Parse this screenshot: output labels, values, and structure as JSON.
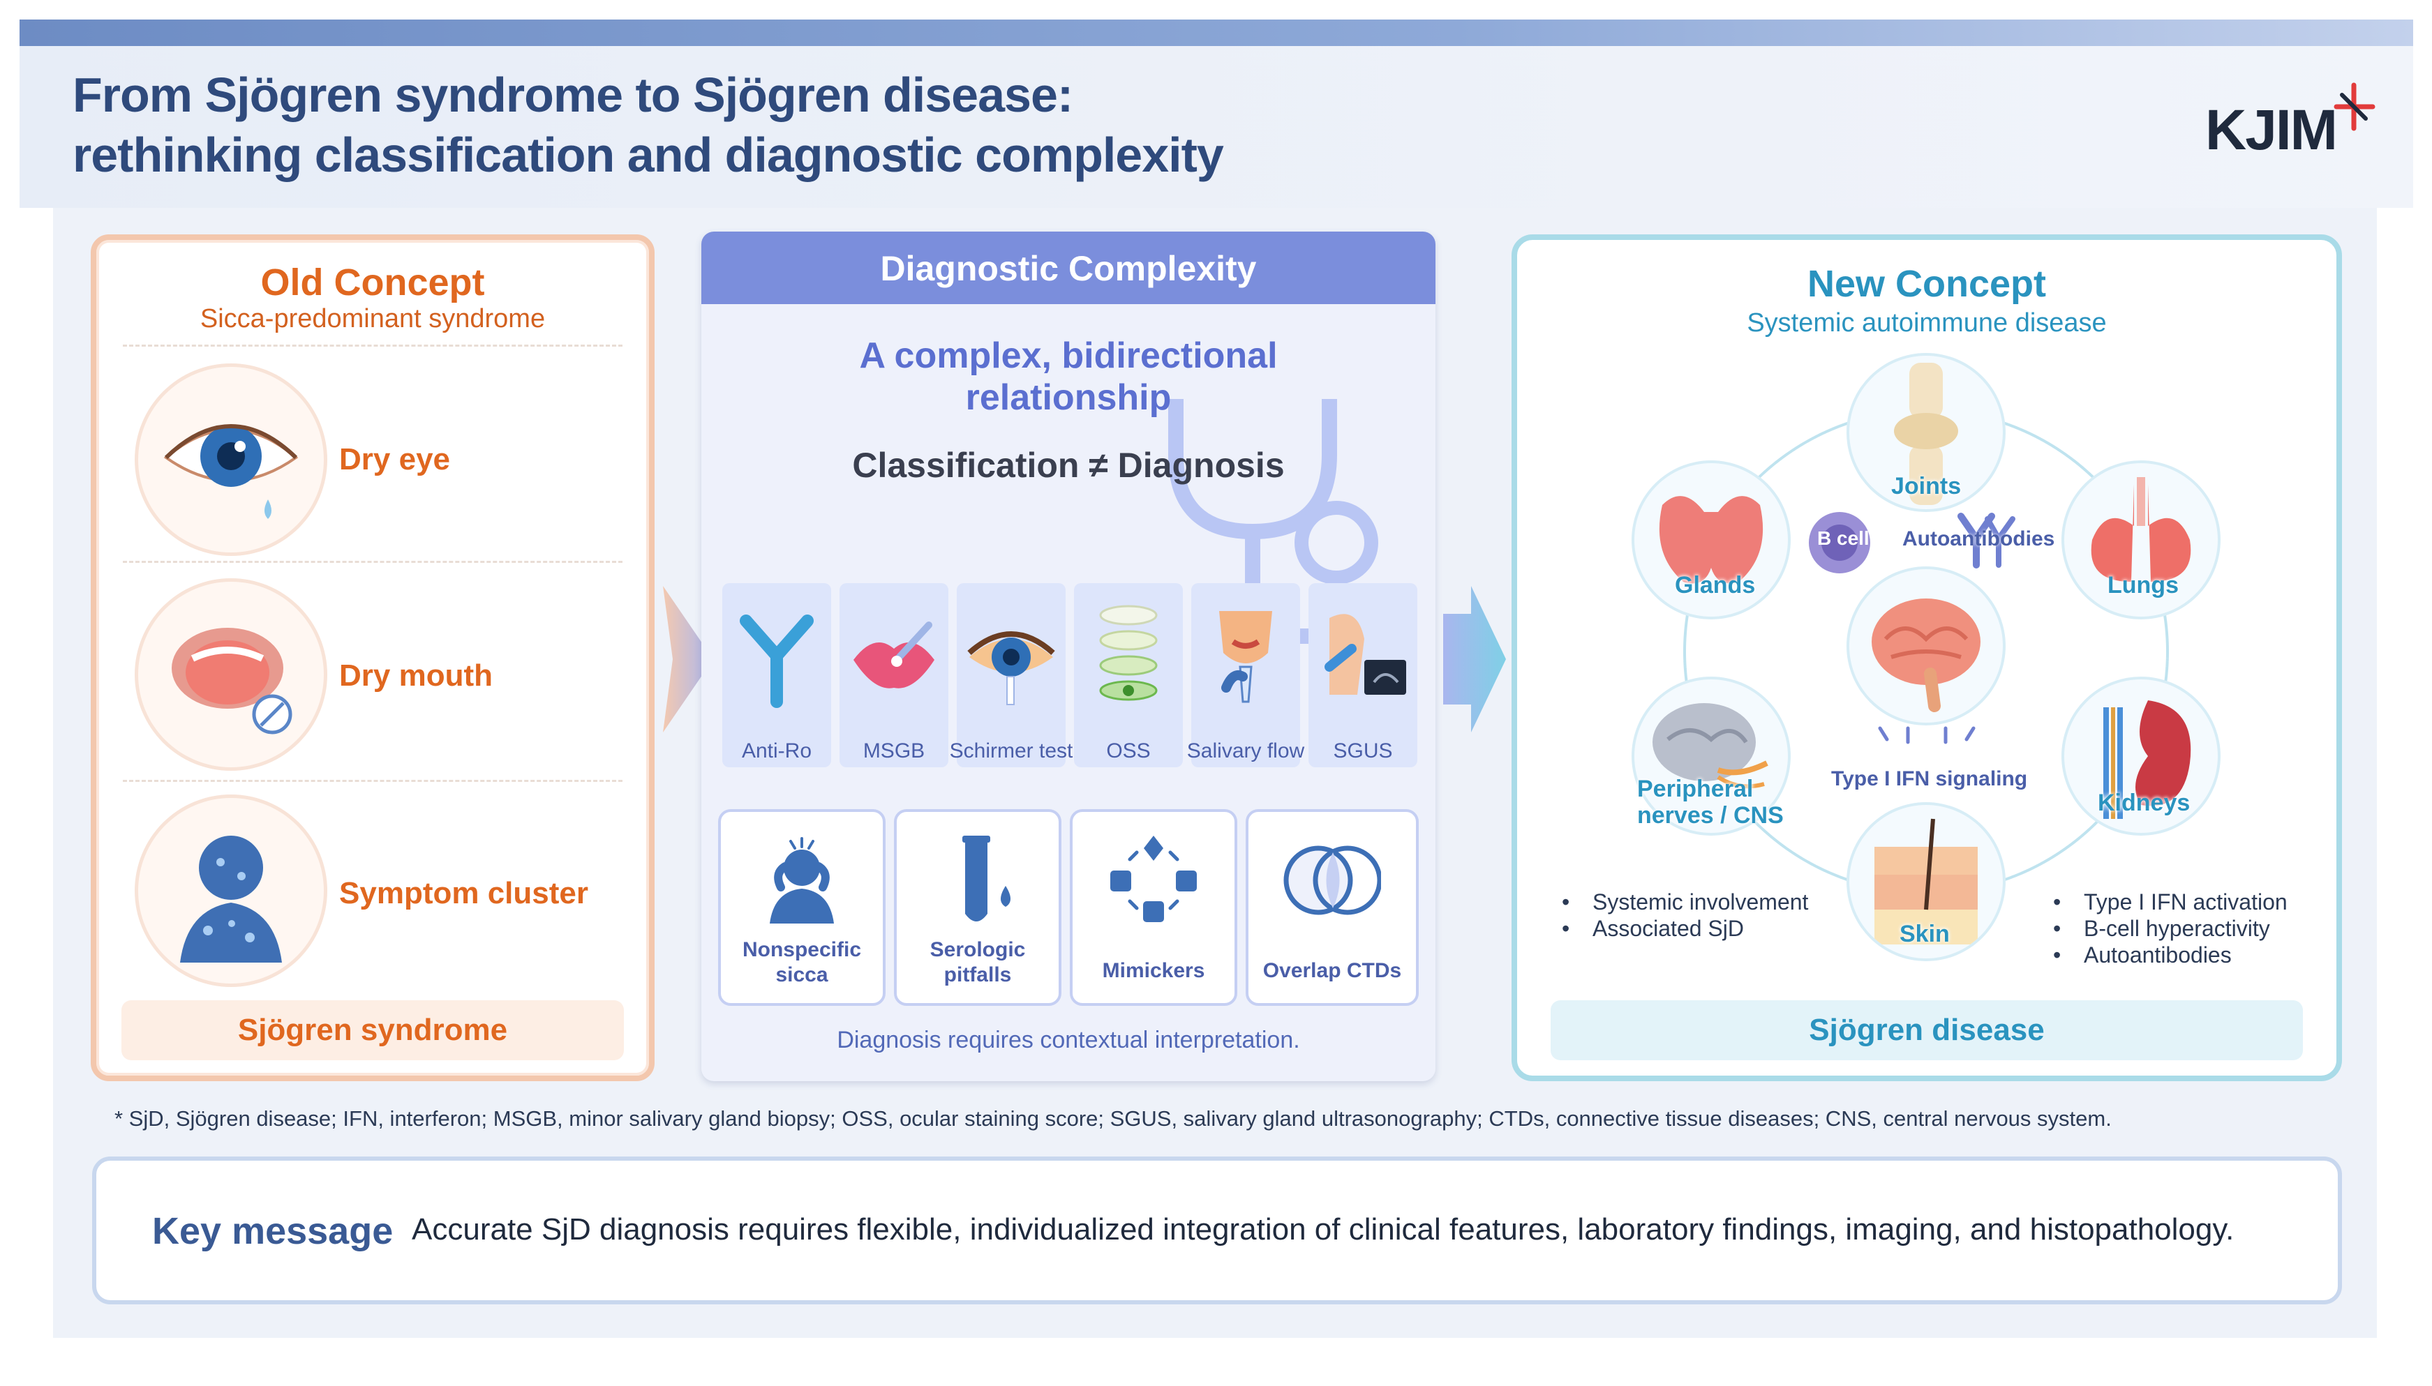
{
  "header": {
    "title_line1": "From Sjögren syndrome to Sjögren disease:",
    "title_line2": "rethinking classification and diagnostic complexity",
    "logo": "KJIM"
  },
  "old_concept": {
    "title": "Old Concept",
    "subtitle": "Sicca-predominant syndrome",
    "items": [
      {
        "label": "Dry eye",
        "icon": "eye-icon"
      },
      {
        "label": "Dry mouth",
        "icon": "mouth-icon"
      },
      {
        "label": "Symptom cluster",
        "icon": "person-icon"
      }
    ],
    "footer": "Sjögren syndrome"
  },
  "diagnostic": {
    "title": "Diagnostic Complexity",
    "line1": "A complex, bidirectional",
    "line2": "relationship",
    "line3": "Classification ≠ Diagnosis",
    "tests": [
      {
        "label": "Anti-Ro",
        "icon": "antibody-icon"
      },
      {
        "label": "MSGB",
        "icon": "lip-biopsy-icon"
      },
      {
        "label": "Schirmer test",
        "icon": "schirmer-eye-icon"
      },
      {
        "label": "OSS",
        "icon": "ocular-staining-icon"
      },
      {
        "label": "Salivary flow",
        "icon": "salivary-flow-icon"
      },
      {
        "label": "SGUS",
        "icon": "ultrasound-icon"
      }
    ],
    "pitfalls": [
      {
        "line1": "Nonspecific",
        "line2": "sicca",
        "icon": "confused-person-icon"
      },
      {
        "line1": "Serologic",
        "line2": "pitfalls",
        "icon": "test-tube-icon"
      },
      {
        "line1": "Mimickers",
        "line2": "",
        "icon": "mimickers-icon"
      },
      {
        "line1": "Overlap CTDs",
        "line2": "",
        "icon": "overlap-circles-icon"
      }
    ],
    "note": "Diagnosis requires contextual interpretation."
  },
  "new_concept": {
    "title": "New Concept",
    "subtitle": "Systemic autoimmune disease",
    "organs": {
      "joints": "Joints",
      "glands": "Glands",
      "lungs": "Lungs",
      "peripheral_line1": "Peripheral",
      "peripheral_line2": "nerves / CNS",
      "kidneys": "Kidneys",
      "skin": "Skin"
    },
    "bcell": "B cell",
    "autoantibodies": "Autoantibodies",
    "ifn_signaling": "Type I IFN signaling",
    "bullets_left": [
      "Systemic involvement",
      "Associated SjD"
    ],
    "bullets_right": [
      "Type I IFN activation",
      "B-cell hyperactivity",
      "Autoantibodies"
    ],
    "footer": "Sjögren disease"
  },
  "footnote": "* SjD, Sjögren disease; IFN, interferon; MSGB, minor salivary gland biopsy; OSS, ocular staining score; SGUS, salivary gland ultrasonography; CTDs, connective tissue diseases; CNS, central nervous system.",
  "key_message": {
    "label": "Key message",
    "text": "Accurate SjD diagnosis requires flexible, individualized integration of clinical features, laboratory findings, imaging, and histopathology."
  },
  "colors": {
    "old_accent": "#e0671f",
    "center_accent": "#7b8edc",
    "new_accent": "#2a93bf",
    "title": "#2f4a7c"
  }
}
